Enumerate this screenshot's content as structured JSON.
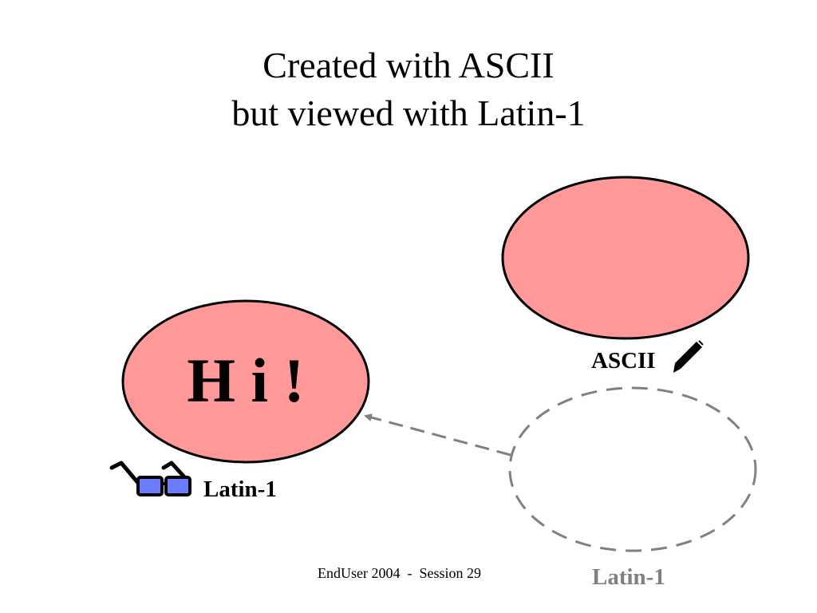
{
  "title": {
    "line1": "Created with ASCII",
    "line2": "but viewed with Latin-1"
  },
  "ellipse_viewed": {
    "text": "H i !",
    "label": "Latin-1",
    "icon": "glasses-icon",
    "fill": "#ff9999"
  },
  "ellipse_source": {
    "label": "ASCII",
    "icon": "pen-nib-icon",
    "fill": "#ff9999"
  },
  "ellipse_target": {
    "label": "Latin-1",
    "stroke": "#808080",
    "label_color": "#808080"
  },
  "colors": {
    "arrow": "#808080",
    "glasses_lens": "#6b7cff"
  },
  "footer": "EndUser 2004  -  Session 29"
}
